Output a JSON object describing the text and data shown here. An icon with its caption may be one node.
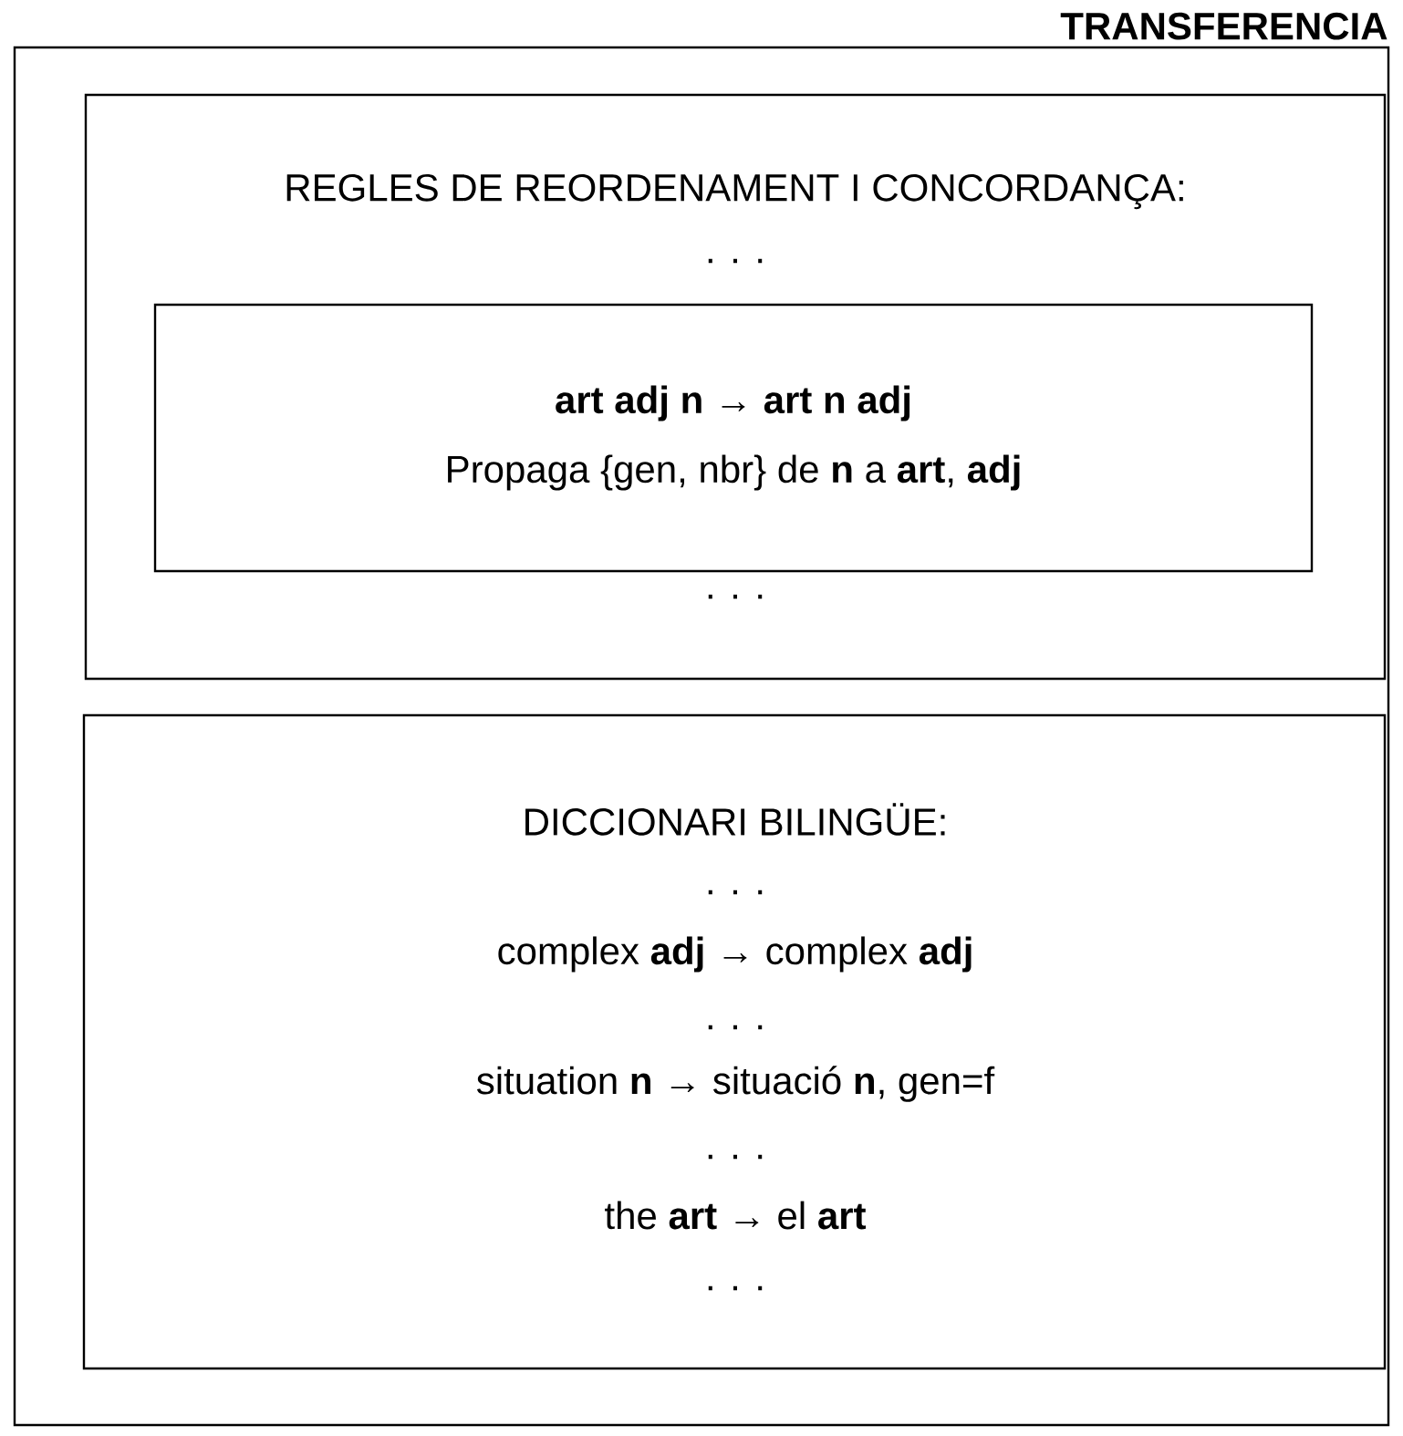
{
  "diagram": {
    "nodes": [
      {
        "text": [
          "TRANSFERENCIA"
        ]
      },
      {
        "text": [
          "REGLES DE REORDENAMENT I CONCORDANÇA:",
          ". . .",
          ". . ."
        ],
        "in": 0
      },
      {
        "text": [
          "**art adj n** → **art n adj**",
          "Propaga {gen, nbr} de **n** a **art**, **adj**"
        ],
        "in": 1
      },
      {
        "text": [
          "DICCIONARI BILINGÜE:",
          ". . .",
          "complex **adj** → complex **adj**",
          ". . .",
          "situation **n** → situació **n**, gen=f",
          ". . .",
          "the **art** → el **art**",
          ". . ."
        ],
        "in": 0
      }
    ]
  }
}
